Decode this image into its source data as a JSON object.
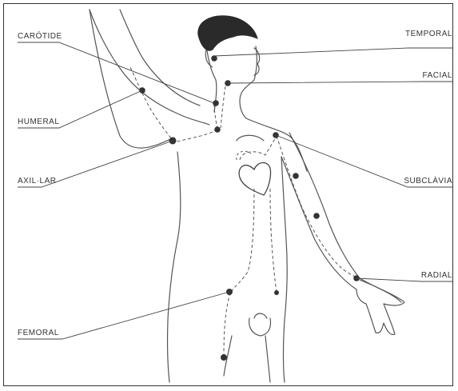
{
  "labels": {
    "carotide": "CARÓTIDE",
    "humeral": "HUMERAL",
    "axillar": "AXIL·LAR",
    "femoral": "FEMORAL",
    "temporal": "TEMPORAL",
    "facial": "FACIAL",
    "subclavia": "SUBCLÀVIA",
    "radial": "RADIAL"
  },
  "colors": {
    "outline": "#444444",
    "pulse_point": "#333333",
    "hair": "#2a2a2a"
  }
}
